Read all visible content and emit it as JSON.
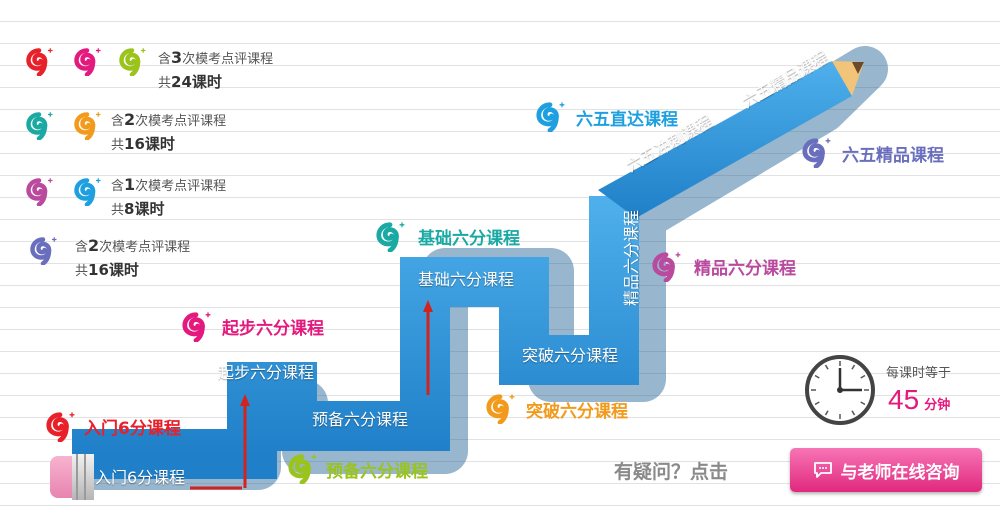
{
  "legend": [
    {
      "prefix": "含",
      "num": "3",
      "suffix": "次模考点评课程",
      "total_prefix": "共",
      "total_num": "24",
      "total_suffix": "课时"
    },
    {
      "prefix": "含",
      "num": "2",
      "suffix": "次模考点评课程",
      "total_prefix": "共",
      "total_num": "16",
      "total_suffix": "课时"
    },
    {
      "prefix": "含",
      "num": "1",
      "suffix": "次模考点评课程",
      "total_prefix": "共",
      "total_num": "8",
      "total_suffix": "课时"
    },
    {
      "prefix": "含",
      "num": "2",
      "suffix": "次模考点评课程",
      "total_prefix": "共",
      "total_num": "16",
      "total_suffix": "课时"
    }
  ],
  "steps": {
    "intro": "入门6分课程",
    "start": "起步六分课程",
    "prep": "预备六分课程",
    "basic": "基础六分课程",
    "breakthrough": "突破六分课程",
    "premium": "精品六分课程",
    "sprint": "六五冲刺课程",
    "premium65": "六五精品课程"
  },
  "labels": {
    "intro": "入门6分课程",
    "start": "起步六分课程",
    "prep": "预备六分课程",
    "basic": "基础六分课程",
    "breakthrough": "突破六分课程",
    "premium": "精品六分课程",
    "direct65": "六五直达课程",
    "premium65": "六五精品课程"
  },
  "clock": {
    "caption": "每课时等于",
    "minutes": "45",
    "unit": "分钟"
  },
  "cta": {
    "question": "有疑问？点击",
    "button": "与老师在线咨询"
  },
  "colors": {
    "red": "#e8202a",
    "magenta": "#e4197e",
    "lime": "#9ac31c",
    "teal": "#1aa9a3",
    "orange": "#f29a1c",
    "purple": "#b94a9e",
    "indigo": "#6a6fbd",
    "sky": "#1ea0e0",
    "path": "#2b8fd6",
    "pink_button": "#f0449a"
  },
  "icons": {
    "logo": "g9-swirl-logo",
    "clock": "wall-clock-icon",
    "chat": "chat-bubble-icon",
    "arrow": "up-arrow-icon"
  }
}
